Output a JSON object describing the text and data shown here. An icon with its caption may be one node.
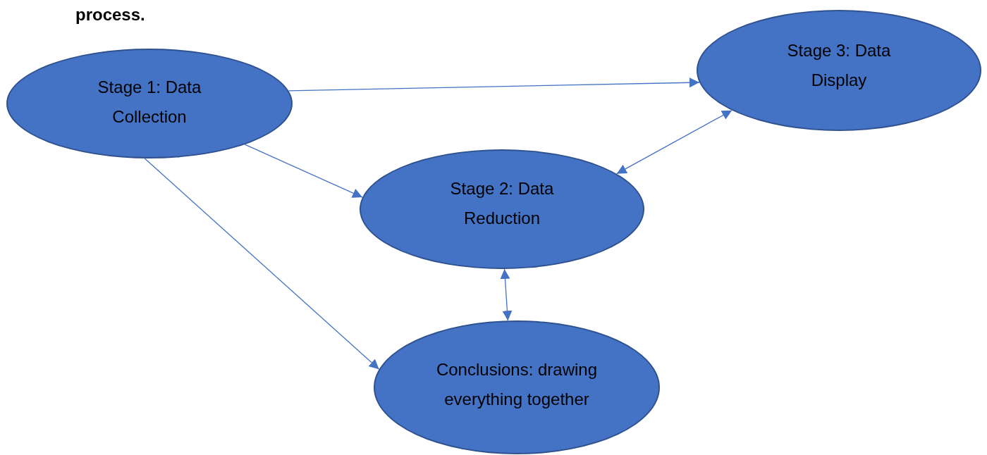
{
  "diagram": {
    "title": "process.",
    "nodes": [
      {
        "text": [
          "Stage 1: Data Collection"
        ]
      },
      {
        "text": [
          "Stage 3: Data Display"
        ]
      },
      {
        "text": [
          "Stage 2: Data Reduction"
        ]
      },
      {
        "text": [
          "Conclusions: drawing everything together"
        ]
      }
    ],
    "edges": [
      {
        "from": 0,
        "to": 1,
        "arrow": "to"
      },
      {
        "from": 0,
        "to": 2,
        "arrow": "to"
      },
      {
        "from": 0,
        "to": 3,
        "arrow": "to"
      },
      {
        "from": 2,
        "to": 1,
        "arrow": "both"
      },
      {
        "from": 2,
        "to": 3,
        "arrow": "both"
      }
    ]
  }
}
